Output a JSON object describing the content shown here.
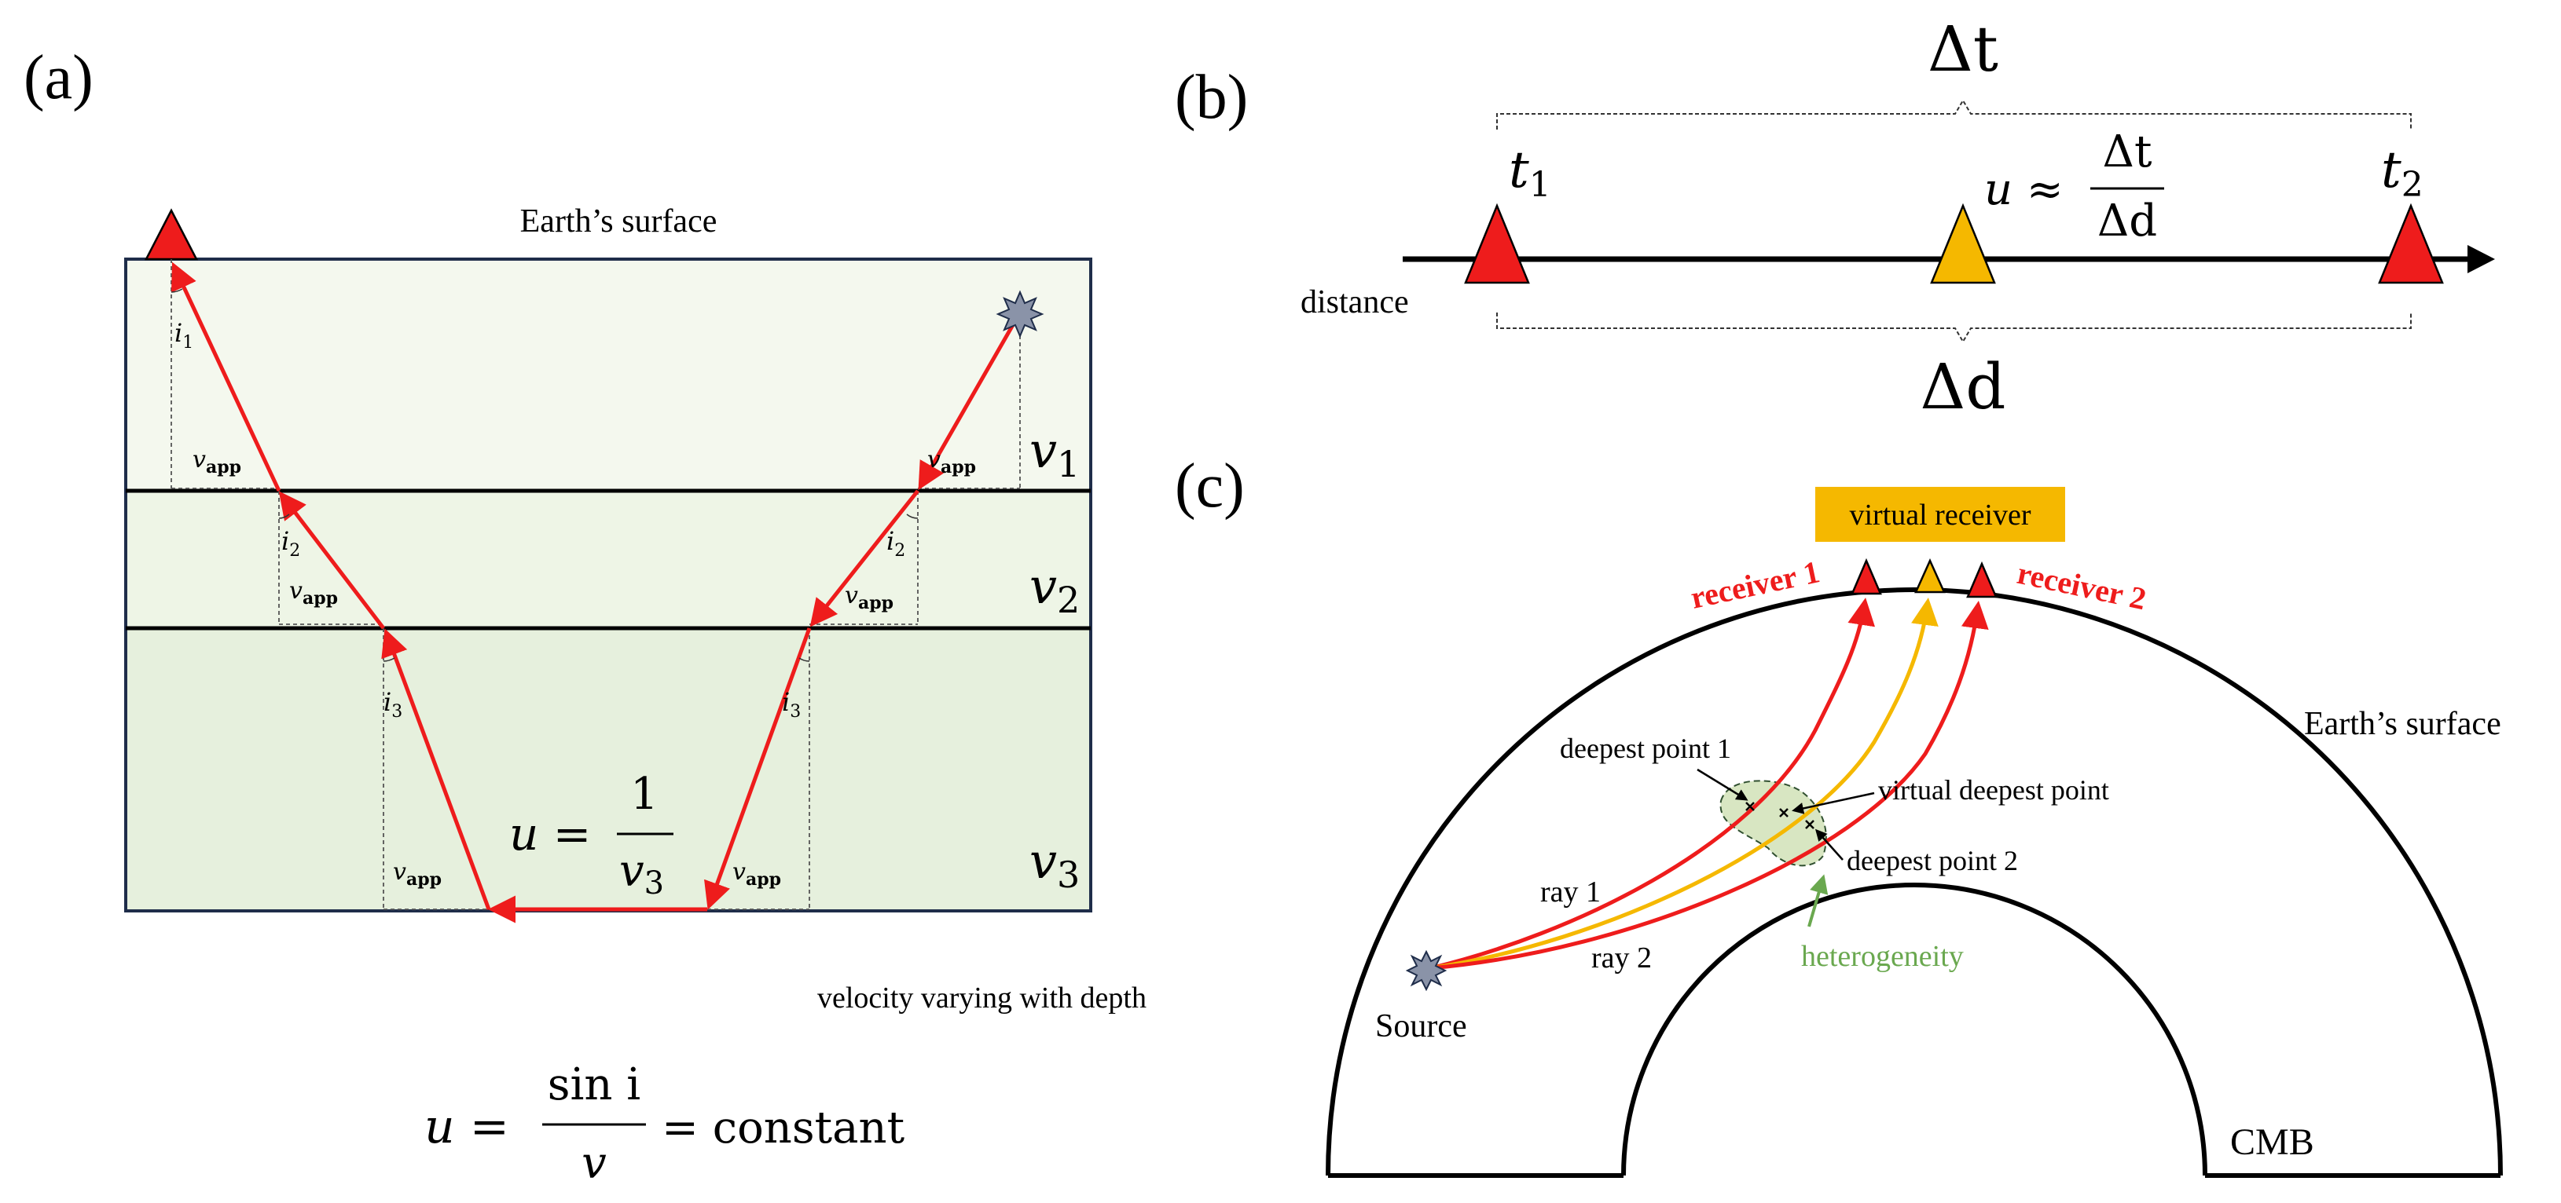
{
  "panel_a": {
    "label": "(a)",
    "surface_label": "Earth’s surface",
    "layers": [
      {
        "v": "v",
        "sub": "1",
        "i_sub": "1"
      },
      {
        "v": "v",
        "sub": "2",
        "i_sub": "2"
      },
      {
        "v": "v",
        "sub": "3",
        "i_sub": "3"
      }
    ],
    "i_letter": "i",
    "vapp": {
      "v": "v",
      "sub": "app"
    },
    "u_slow": {
      "lhs": "u =",
      "num": "1",
      "den_v": "v",
      "den_sub": "3"
    },
    "depth_note": "velocity varying with depth",
    "snell": {
      "lhs": "u =",
      "num": "sin i",
      "den": "v",
      "rhs": "= constant"
    },
    "colors": {
      "layer1": "#f4f8ee",
      "layer2": "#eef5e6",
      "layer3": "#e6f0dd",
      "ray": "#ee1c1c",
      "box": "#1f2d4a"
    }
  },
  "panel_b": {
    "label": "(b)",
    "dt": "Δt",
    "dd": "Δd",
    "t1": {
      "v": "t",
      "sub": "1"
    },
    "t2": {
      "v": "t",
      "sub": "2"
    },
    "formula": {
      "lhs": "u ≈",
      "num": "Δt",
      "den": "Δd"
    },
    "axis_label": "distance",
    "colors": {
      "receiver": "#ee1c1c",
      "virtual": "#f5b800"
    }
  },
  "panel_c": {
    "label": "(c)",
    "virtual_receiver": "virtual receiver",
    "receiver1": "receiver 1",
    "receiver2": "receiver 2",
    "earth_surface": "Earth’s surface",
    "deepest1": "deepest point 1",
    "virtual_deepest": "virtual deepest point",
    "deepest2": "deepest point 2",
    "ray1": "ray 1",
    "ray2": "ray 2",
    "heterogeneity": "heterogeneity",
    "source": "Source",
    "cmb": "CMB",
    "colors": {
      "ray": "#ee1c1c",
      "virtual": "#f5b800",
      "hetero": "#6aa84f",
      "hetero_fill": "#d8e6c2",
      "box": "#f5b800"
    }
  }
}
